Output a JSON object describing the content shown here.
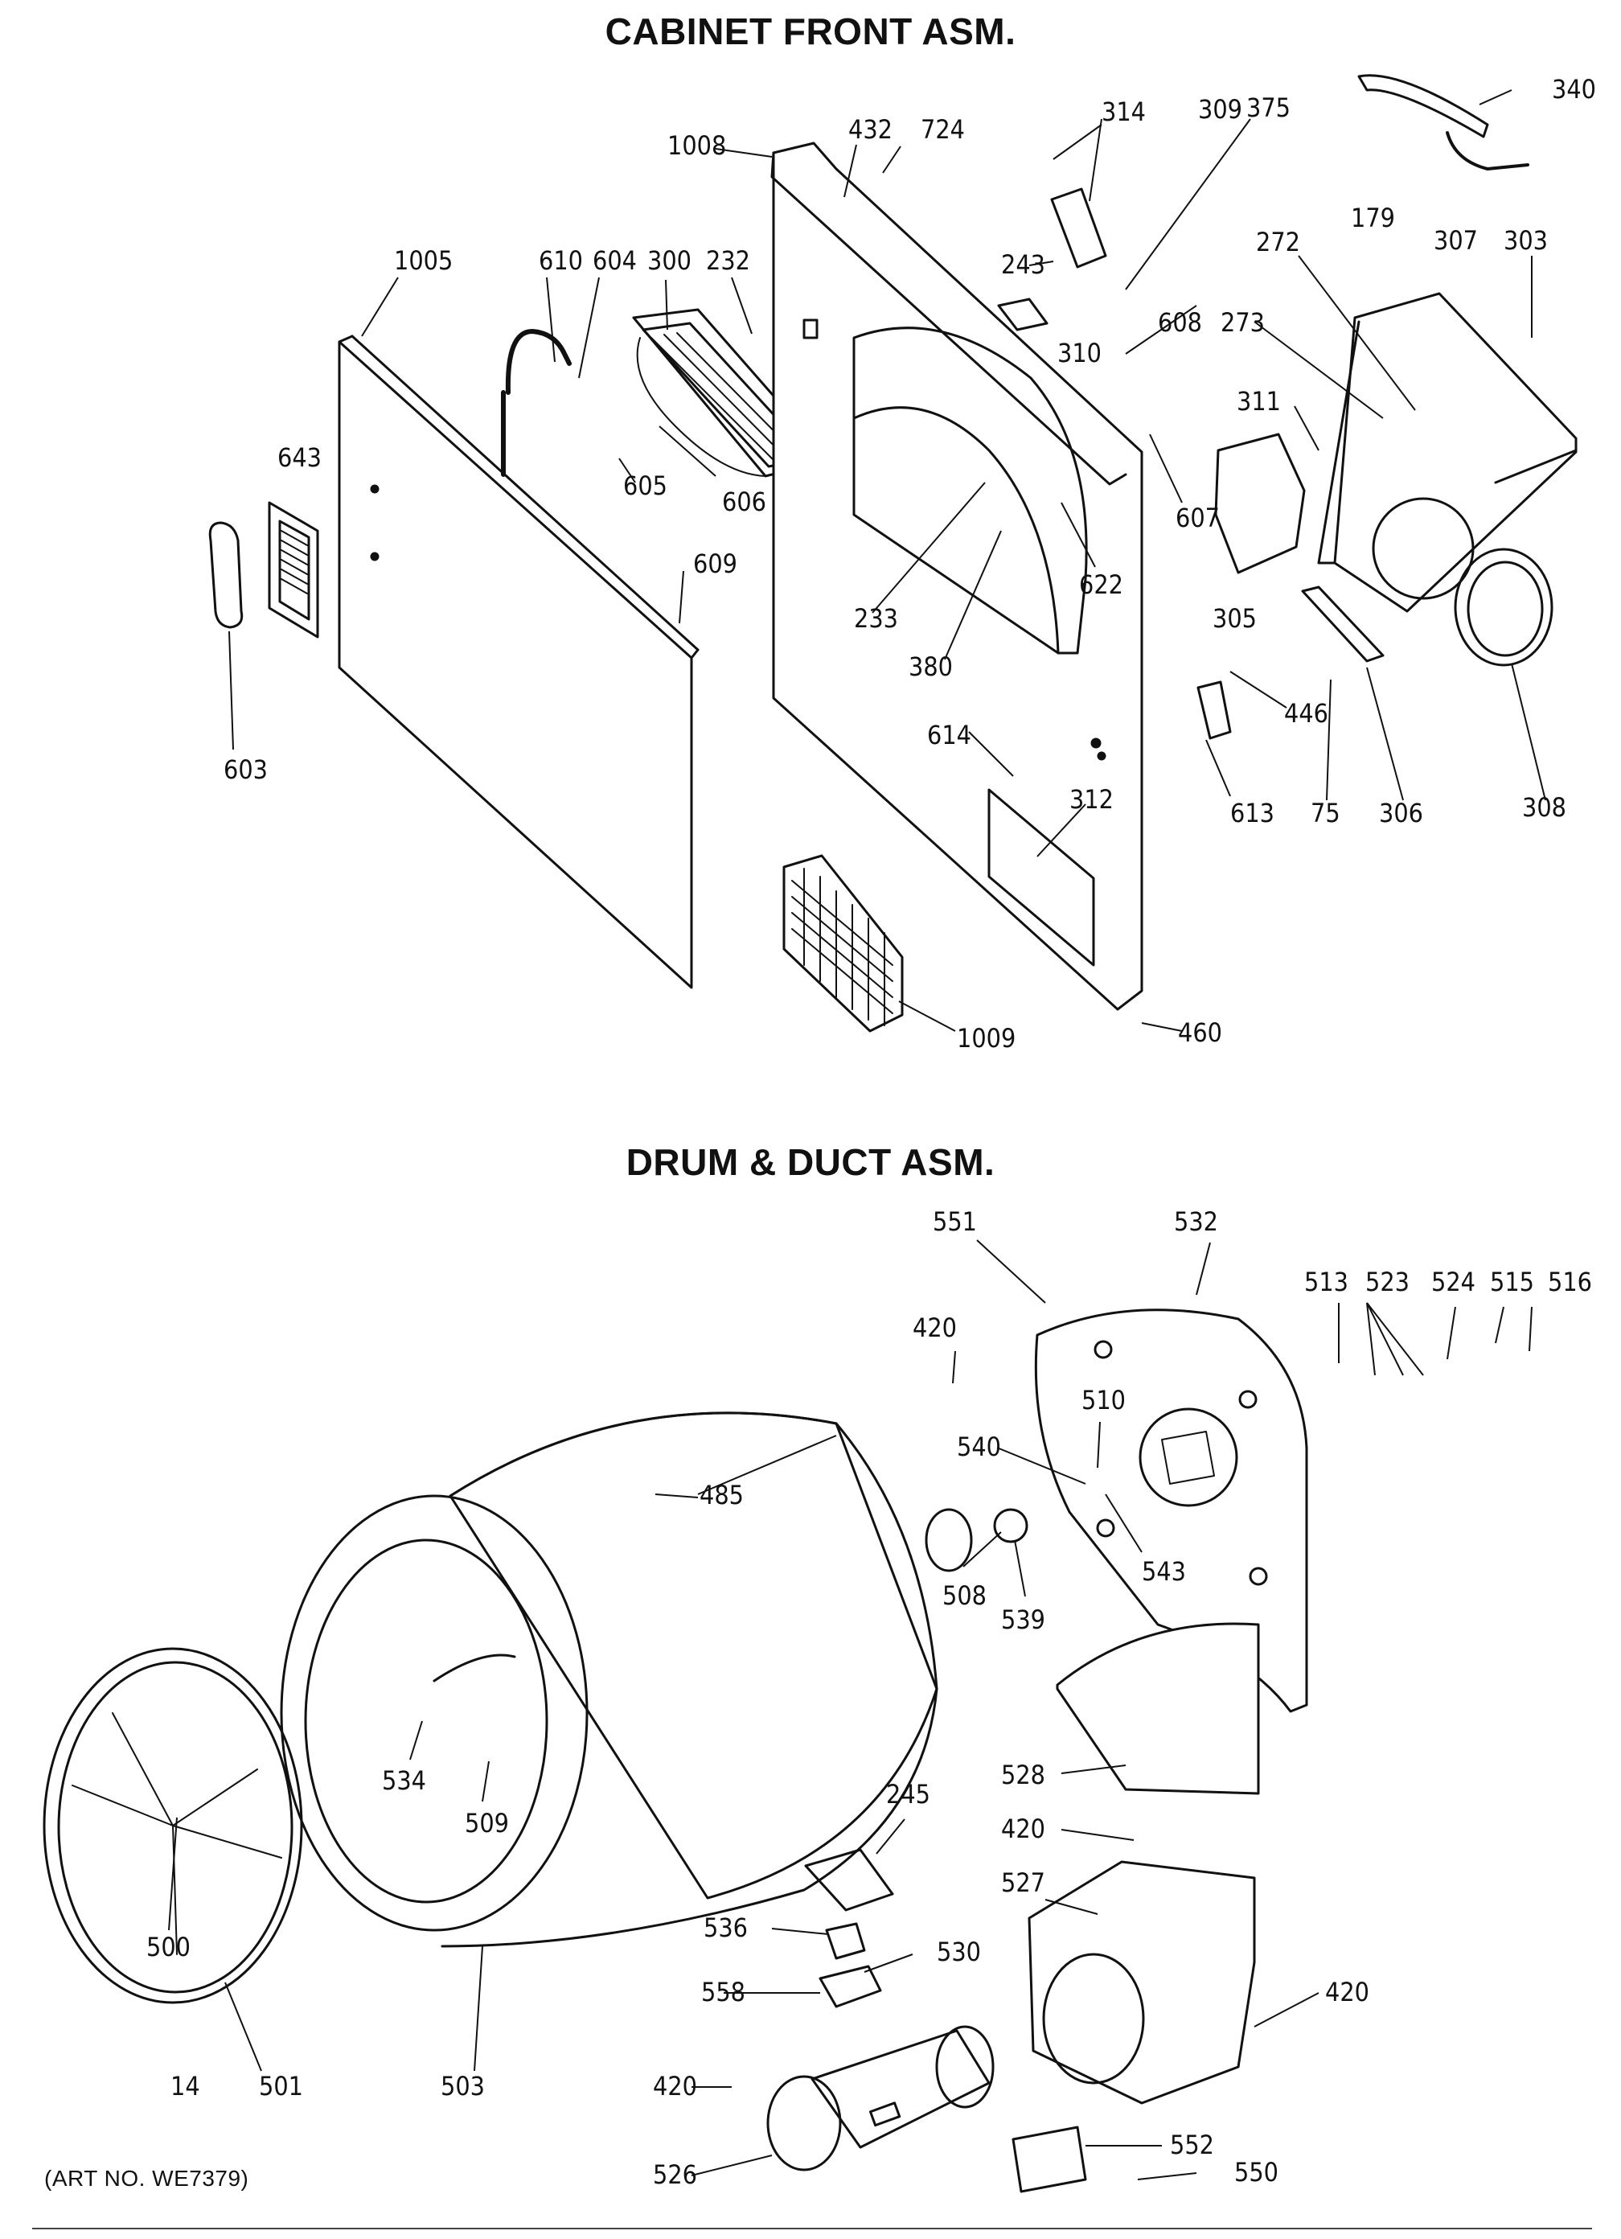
{
  "sections": {
    "cabinet": {
      "title": "CABINET FRONT ASM."
    },
    "drum": {
      "title": "DRUM & DUCT ASM."
    }
  },
  "art_number": "(ART NO. WE7379)",
  "callouts": {
    "p340": "340",
    "p314": "314",
    "p309": "309",
    "p375": "375",
    "p432": "432",
    "p724": "724",
    "p1008": "1008",
    "p179": "179",
    "p272": "272",
    "p307": "307",
    "p303": "303",
    "p243": "243",
    "p1005": "1005",
    "p610": "610",
    "p604": "604",
    "p300": "300",
    "p232": "232",
    "p310": "310",
    "p608": "608",
    "p273": "273",
    "p311": "311",
    "p643": "643",
    "p605": "605",
    "p606": "606",
    "p607": "607",
    "p609": "609",
    "p233": "233",
    "p622": "622",
    "p305": "305",
    "p380": "380",
    "p446": "446",
    "p603": "603",
    "p614": "614",
    "p312": "312",
    "p613": "613",
    "p75": "75",
    "p306": "306",
    "p308": "308",
    "p1009": "1009",
    "p460": "460",
    "p551": "551",
    "p532": "532",
    "p513": "513",
    "p523": "523",
    "p524": "524",
    "p515": "515",
    "p516": "516",
    "p420a": "420",
    "p510": "510",
    "p540": "540",
    "p485": "485",
    "p543": "543",
    "p508": "508",
    "p539": "539",
    "p528": "528",
    "p534": "534",
    "p509": "509",
    "p420b": "420",
    "p245": "245",
    "p527": "527",
    "p500": "500",
    "p536": "536",
    "p530": "530",
    "p420c": "420",
    "p558": "558",
    "p14": "14",
    "p501": "501",
    "p503": "503",
    "p420d": "420",
    "p552": "552",
    "p550": "550",
    "p526": "526"
  }
}
